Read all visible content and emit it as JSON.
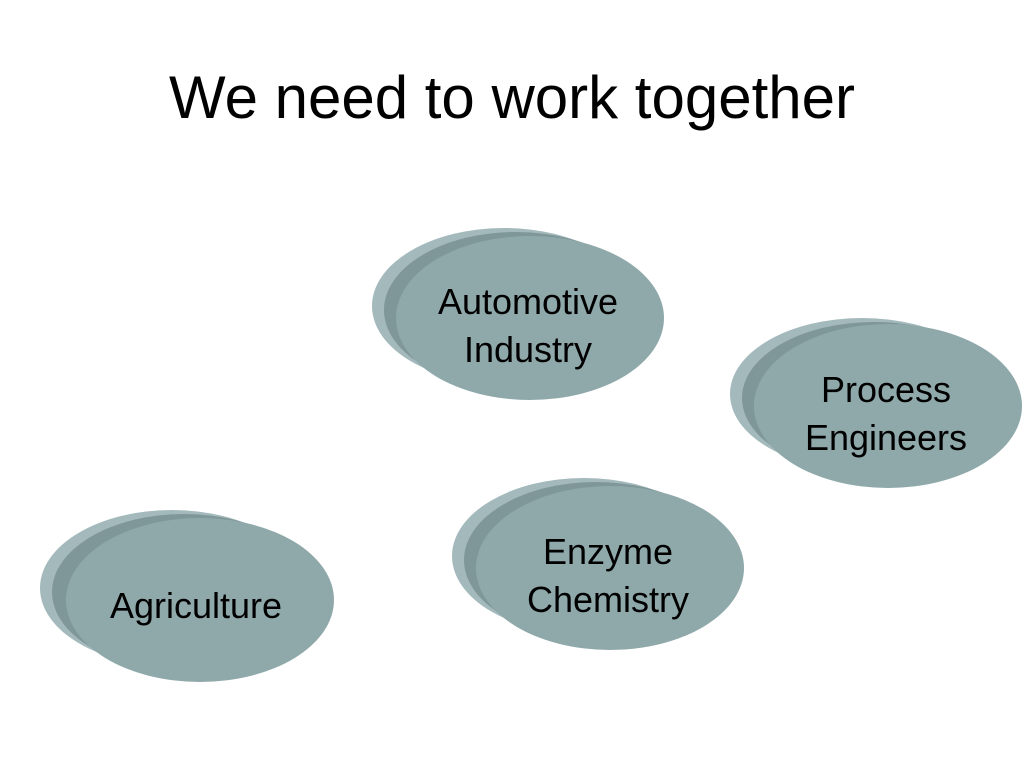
{
  "slide": {
    "title": "We need to work together"
  },
  "colors": {
    "disc_face": "#8fa8aa",
    "disc_edge": "#7f9799",
    "disc_shadow": "#a3b9bb",
    "text": "#000000",
    "background": "#ffffff"
  },
  "discs": [
    {
      "id": "automotive",
      "lines": [
        "Automotive",
        "Industry"
      ]
    },
    {
      "id": "process",
      "lines": [
        "Process",
        "Engineers"
      ]
    },
    {
      "id": "enzyme",
      "lines": [
        "Enzyme",
        "Chemistry"
      ]
    },
    {
      "id": "agriculture",
      "lines": [
        "Agriculture"
      ]
    }
  ]
}
